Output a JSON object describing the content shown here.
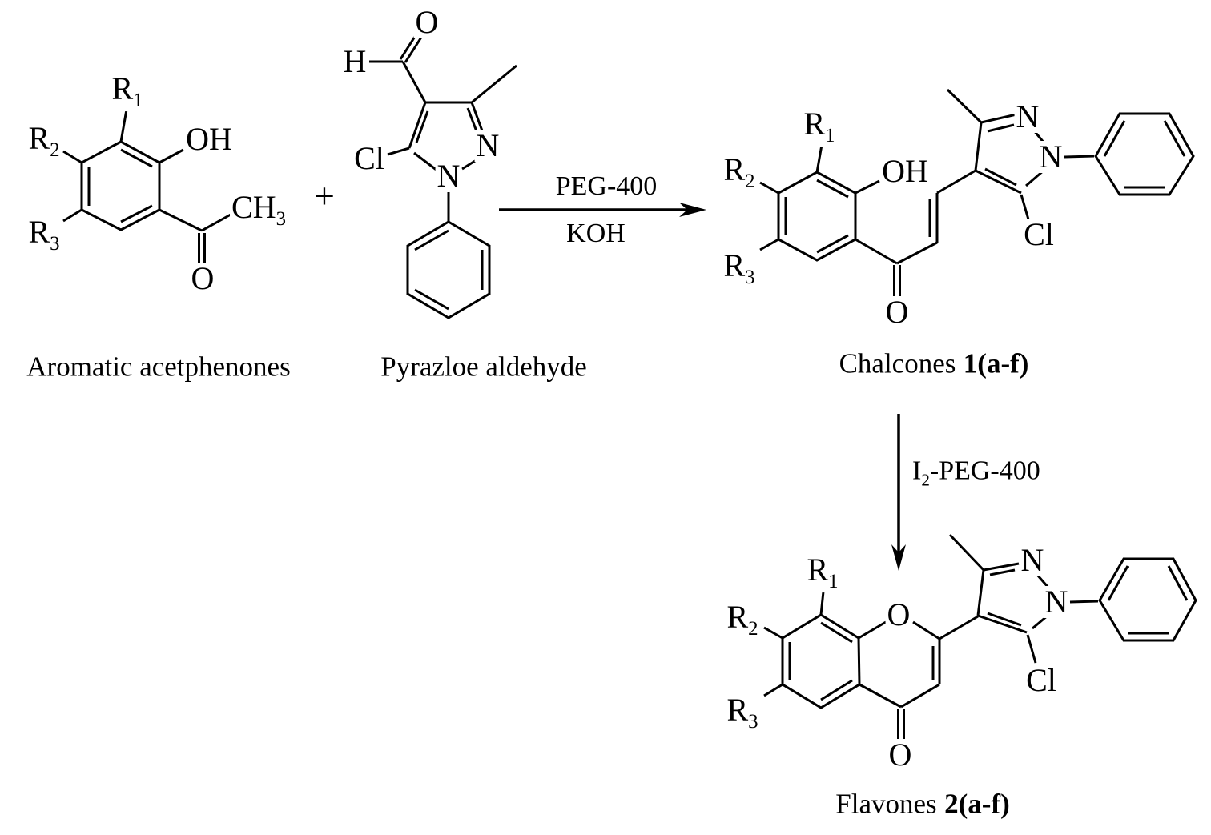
{
  "figure": {
    "ink_color": "#000000",
    "background_color": "#ffffff",
    "reactant1": {
      "caption": "Aromatic acetphenones",
      "r1": {
        "base": "R",
        "sub": "1"
      },
      "r2": {
        "base": "R",
        "sub": "2"
      },
      "r3": {
        "base": "R",
        "sub": "3"
      },
      "hydroxyl": "OH",
      "methyl": {
        "base": "CH",
        "sub": "3"
      },
      "carbonyl_oxygen": "O"
    },
    "plus_sign": "+",
    "reactant2": {
      "caption": "Pyrazloe aldehyde",
      "aldehyde_hydrogen": "H",
      "aldehyde_oxygen": "O",
      "chloro": "Cl",
      "ring_n2": "N",
      "ring_n1": "N"
    },
    "step1": {
      "reagent_above": "PEG-400",
      "reagent_below": "KOH"
    },
    "product1": {
      "caption": "Chalcones",
      "caption_bold": "1(a-f)",
      "r1": {
        "base": "R",
        "sub": "1"
      },
      "r2": {
        "base": "R",
        "sub": "2"
      },
      "r3": {
        "base": "R",
        "sub": "3"
      },
      "hydroxyl": "OH",
      "carbonyl_oxygen": "O",
      "ring_n2": "N",
      "ring_n1": "N",
      "chloro": "Cl"
    },
    "step2": {
      "reagent": {
        "base": "I",
        "sub": "2",
        "suffix": "-PEG-400"
      }
    },
    "product2": {
      "caption": "Flavones",
      "caption_bold": "2(a-f)",
      "r1": {
        "base": "R",
        "sub": "1"
      },
      "r2": {
        "base": "R",
        "sub": "2"
      },
      "r3": {
        "base": "R",
        "sub": "3"
      },
      "ring_oxygen": "O",
      "carbonyl_oxygen": "O",
      "ring_n2": "N",
      "ring_n1": "N",
      "chloro": "Cl"
    }
  }
}
